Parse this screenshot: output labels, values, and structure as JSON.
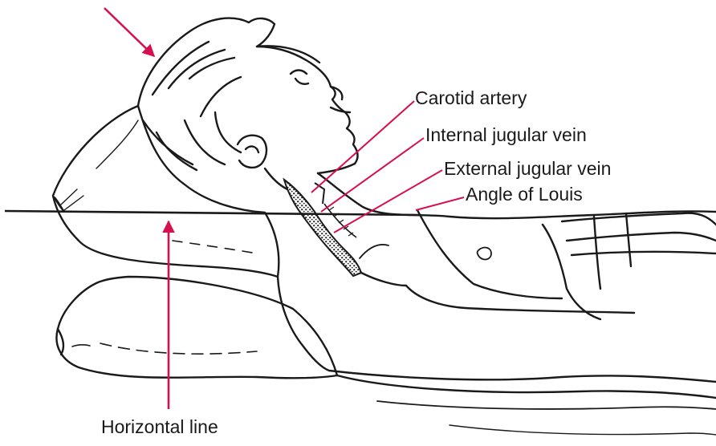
{
  "labels": {
    "carotid_artery": "Carotid artery",
    "internal_jugular_vein": "Internal jugular vein",
    "external_jugular_vein": "External jugular vein",
    "angle_of_louis": "Angle of Louis",
    "horizontal_line": "Horizontal line"
  },
  "colors": {
    "leader_lines": "#d6104f",
    "ink": "#1a1a1a",
    "background": "#ffffff"
  }
}
